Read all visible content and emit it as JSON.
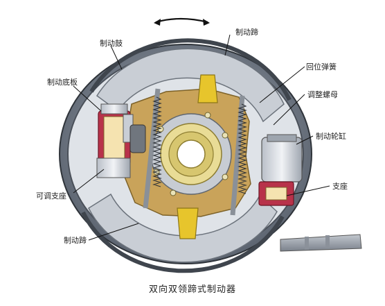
{
  "diagram": {
    "caption": "双向双领蹄式制动器",
    "labels": {
      "brake_drum": "制动鼓",
      "brake_shoe_top": "制动蹄",
      "backing_plate": "制动底板",
      "return_spring": "回位弹簧",
      "adjust_nut": "调整螺母",
      "wheel_cylinder": "制动轮缸",
      "adjustable_support": "可调支座",
      "support": "支座",
      "brake_shoe_bottom": "制动蹄"
    },
    "rotation_arrow": "bidirectional",
    "colors": {
      "drum_outer": "#5c6470",
      "drum_inner": "#9aa3ad",
      "shoe": "#c9ced5",
      "lining": "#3f454d",
      "backing_plate": "#c9a35a",
      "hub_ring": "#e9dc96",
      "cylinder": "#d8dce2",
      "piston_accent": "#b8324a",
      "leader_line": "#111111"
    }
  }
}
